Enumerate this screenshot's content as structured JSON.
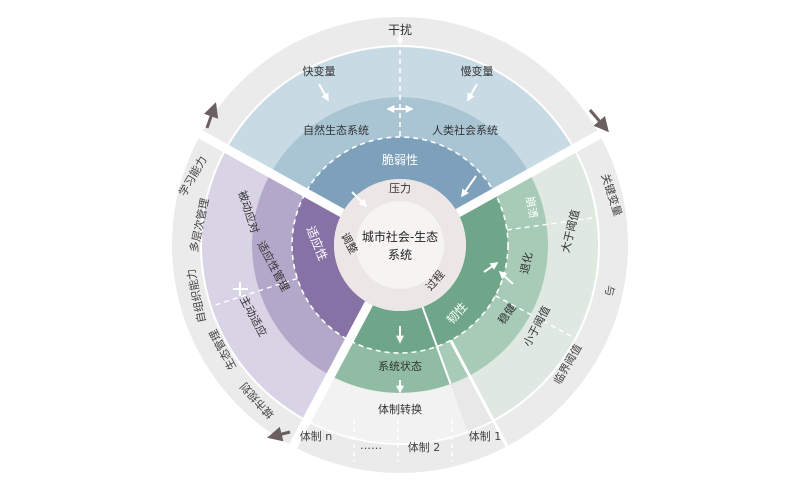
{
  "outer_ring": {
    "top_label": "干扰",
    "right_top_label": "关键变量",
    "right_mid_label": "与",
    "right_bottom_label": "临界阈值",
    "left_labels": [
      "学习能力",
      "多层次管理",
      "自组织能力",
      "生态管理",
      "城市规划"
    ],
    "bottom_labels": [
      "体制 n",
      "……",
      "体制 2",
      "体制 1"
    ]
  },
  "vulnerability_sector": {
    "outer_left": "快变量",
    "outer_right": "慢变量",
    "mid_left": "自然生态系统",
    "mid_right": "人类社会系统",
    "inner": "脆弱性",
    "center_label": "压力"
  },
  "adaptability_sector": {
    "outer_top": "被动应对",
    "outer_bottom": "主动适应",
    "mid": "适应性管理",
    "inner": "适应性",
    "center_label": "调整"
  },
  "resilience_sector": {
    "outer_top": "大于阈值",
    "outer_bottom": "小于阈值",
    "mid_top": "崩溃",
    "mid_middle": "退化",
    "mid_bottom": "稳健",
    "inner": "韧性",
    "center_label": "过程"
  },
  "bottom_band": {
    "system_state": "系统状态",
    "regime_shift": "体制转换"
  },
  "center": {
    "line1": "城市社会-生态",
    "line2": "系统"
  },
  "colors": {
    "outer_ring": "#ebebeb",
    "blue_outer": "#c8dbe4",
    "blue_mid": "#a9c4d3",
    "blue_inner": "#7ea1bb",
    "purple_outer": "#d9d3e6",
    "purple_mid": "#b3a8c9",
    "purple_inner": "#8772a6",
    "green_outer": "#dfe9e2",
    "green_mid": "#a7cbb7",
    "green_inner": "#6fa68a",
    "center_ring": "#ece6e6",
    "center_fill": "#f6f3f3"
  }
}
